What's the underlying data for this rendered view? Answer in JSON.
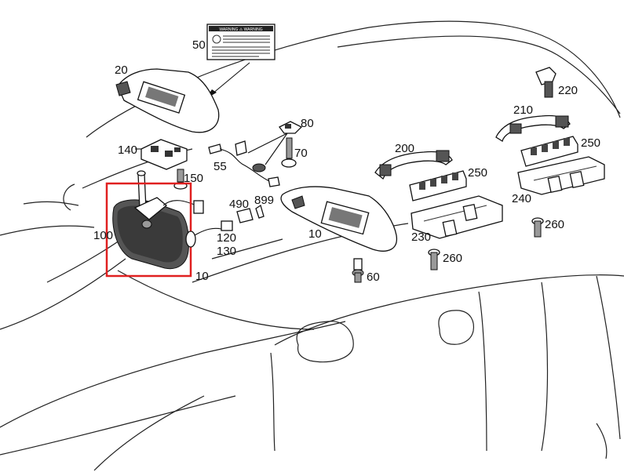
{
  "diagram": {
    "warning_label": {
      "text": "WARNING ⚠ WARNING"
    },
    "callouts": {
      "c50": "50",
      "c20": "20",
      "c220": "220",
      "c210": "210",
      "c80": "80",
      "c200": "200",
      "c250a": "250",
      "c250b": "250",
      "c140": "140",
      "c70": "70",
      "c55": "55",
      "c150": "150",
      "c240": "240",
      "c490": "490",
      "c899": "899",
      "c100": "100",
      "c120": "120",
      "c130": "130",
      "c10a": "10",
      "c10b": "10",
      "c230": "230",
      "c260a": "260",
      "c260b": "260",
      "c60": "60"
    },
    "highlight_color": "#e02020"
  }
}
